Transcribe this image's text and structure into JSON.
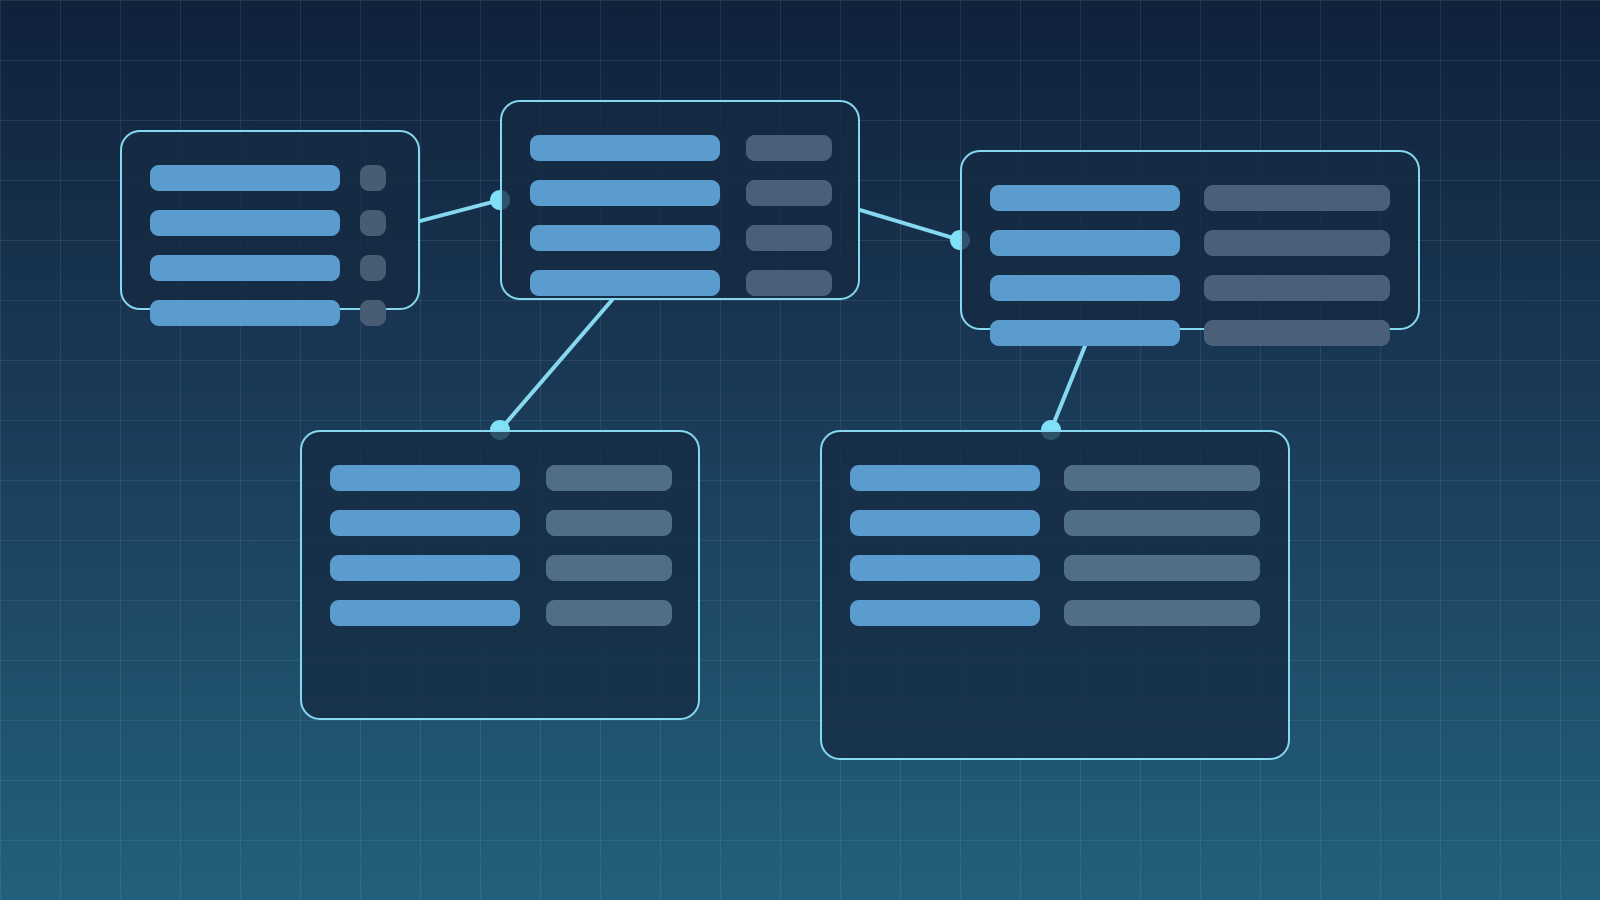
{
  "colors": {
    "edge": "#86d8f0",
    "port": "#7fe0f7",
    "field_name": "#5b9ccf",
    "field_type": "#4d6a80"
  },
  "nodes": [
    {
      "id": "table-a",
      "rows": 4
    },
    {
      "id": "table-b",
      "rows": 4
    },
    {
      "id": "table-c",
      "rows": 4
    },
    {
      "id": "table-d",
      "rows": 4
    },
    {
      "id": "table-e",
      "rows": 4
    }
  ],
  "edges": [
    {
      "from": "table-a",
      "to": "table-b"
    },
    {
      "from": "table-b",
      "to": "table-c"
    },
    {
      "from": "table-b",
      "to": "table-d"
    },
    {
      "from": "table-c",
      "to": "table-e"
    }
  ]
}
